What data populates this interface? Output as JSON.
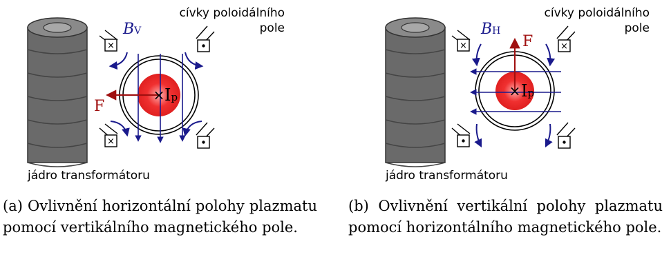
{
  "panels": [
    {
      "coil_label_line1": "cívky poloidálního",
      "coil_label_line2": "pole",
      "core_label": "jádro transformátoru",
      "field_label": "B",
      "field_sub": "V",
      "force_label": "F",
      "current_label": "I",
      "current_sub": "p",
      "caption_num": "(a)",
      "caption_text": "Ovlivnění horizontální polohy plazmatu pomocí vertikálního magnetického pole."
    },
    {
      "coil_label_line1": "cívky poloidálního",
      "coil_label_line2": "pole",
      "core_label": "jádro transformátoru",
      "field_label": "B",
      "field_sub": "H",
      "force_label": "F",
      "current_label": "I",
      "current_sub": "p",
      "caption_num": "(b)",
      "caption_text": "Ovlivnění vertikální polohy plazmatu pomocí horizontálního magnetického pole."
    }
  ],
  "colors": {
    "field": "#1a1a8c",
    "force": "#a01010",
    "plasma": "#f03030",
    "core": "#6e6e6e"
  }
}
